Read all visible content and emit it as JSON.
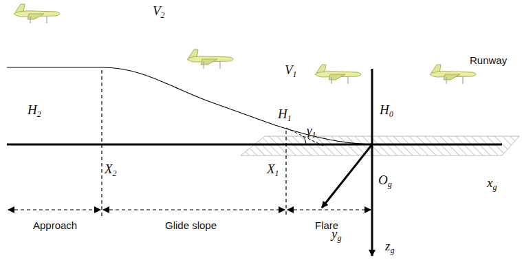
{
  "diagram": {
    "labels": [
      "V2",
      "H2",
      "V1",
      "H1",
      "γ1",
      "X2",
      "X1",
      "H0",
      "Runway",
      "Og",
      "xg",
      "yg",
      "zg",
      "Approach",
      "Glide slope",
      "Flare"
    ]
  }
}
